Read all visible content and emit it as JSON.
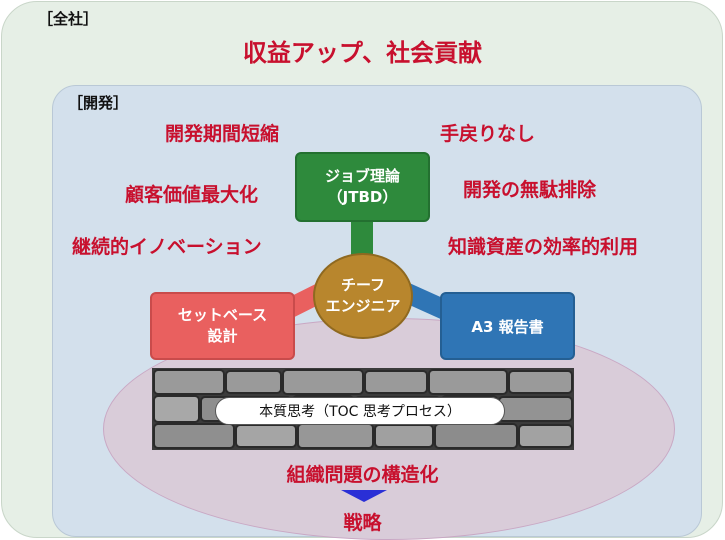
{
  "company": {
    "label": "［全社］",
    "goal": "収益アップ、社会貢献"
  },
  "development": {
    "label": "［開発］",
    "benefits_left": [
      "開発期間短縮",
      "顧客価値最大化",
      "継続的イノベーション"
    ],
    "benefits_right": [
      "手戻りなし",
      "開発の無駄排除",
      "知識資産の効率的利用"
    ]
  },
  "pillars": {
    "jtbd": "ジョブ理論\n（JTBD）",
    "set_based": "セットベース\n設計",
    "a3": "A3 報告書",
    "chief": "チーフ\nエンジニア"
  },
  "foundation": {
    "thinking": "本質思考（TOC 思考プロセス）",
    "structuring": "組織問題の構造化",
    "strategy": "戦略"
  },
  "colors": {
    "jtbd": "#2e8a3c",
    "set_based": "#e9605f",
    "a3": "#2f75b5",
    "chief": "#b8862d",
    "benefit_text": "#c8102e",
    "arrow": "#2a2fd6"
  }
}
